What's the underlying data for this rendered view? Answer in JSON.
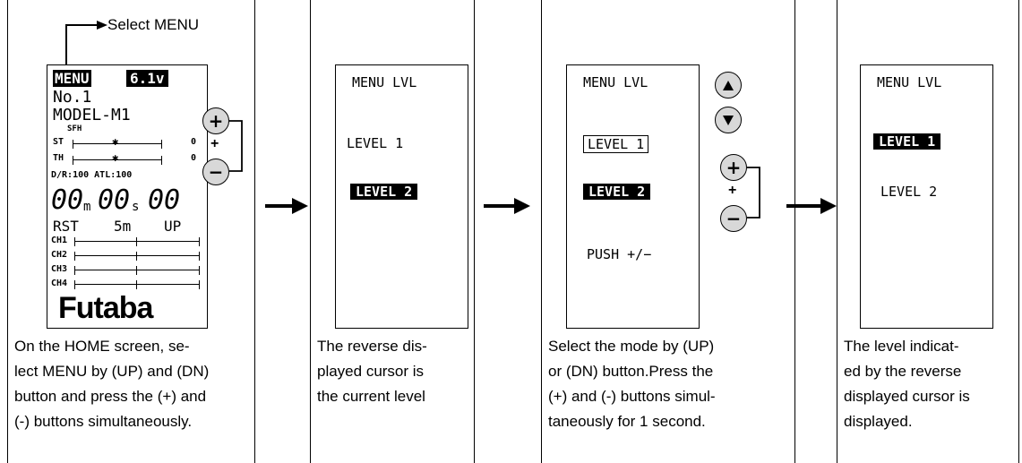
{
  "select_menu_label": "Select MENU",
  "home_screen": {
    "menu_tag": "MENU",
    "voltage": "6.1v",
    "model_no": "No.1",
    "model_name": "MODEL-M1",
    "sfh": "SFH",
    "st_label": "ST",
    "st_value": "0",
    "th_label": "TH",
    "th_value": "0",
    "dr_atl": "D/R:100 ATL:100",
    "timer_min": "00",
    "timer_m": "m",
    "timer_sec": "00",
    "timer_s": "s",
    "timer_frac": "00",
    "rst": "RST",
    "mode": "5m",
    "up": "UP",
    "channels": [
      "CH1",
      "CH2",
      "CH3",
      "CH4"
    ],
    "logo": "Futaba"
  },
  "button_labels": {
    "plus": "+",
    "minus": "−",
    "bracket_plus": "+"
  },
  "panels": [
    {
      "caption": [
        "On the HOME screen, se-",
        "lect MENU by (UP) and (DN)",
        "button and press the (+) and",
        "(-) buttons simultaneously."
      ]
    },
    {
      "lcd_title": "MENU LVL",
      "items": [
        "LEVEL 1",
        "LEVEL 2"
      ],
      "caption": [
        "The reverse dis-",
        "played cursor is",
        "the current level"
      ]
    },
    {
      "lcd_title": "MENU LVL",
      "items": [
        "LEVEL 1",
        "LEVEL 2"
      ],
      "push": "PUSH +/−",
      "caption": [
        "Select the mode by (UP)",
        "or (DN) button.Press the",
        "(+) and (-) buttons simul-",
        "taneously for 1 second."
      ]
    },
    {
      "lcd_title": "MENU LVL",
      "items": [
        "LEVEL 1",
        "LEVEL 2"
      ],
      "caption": [
        "The level indicat-",
        "ed by the reverse",
        "displayed cursor is",
        "displayed."
      ]
    }
  ]
}
